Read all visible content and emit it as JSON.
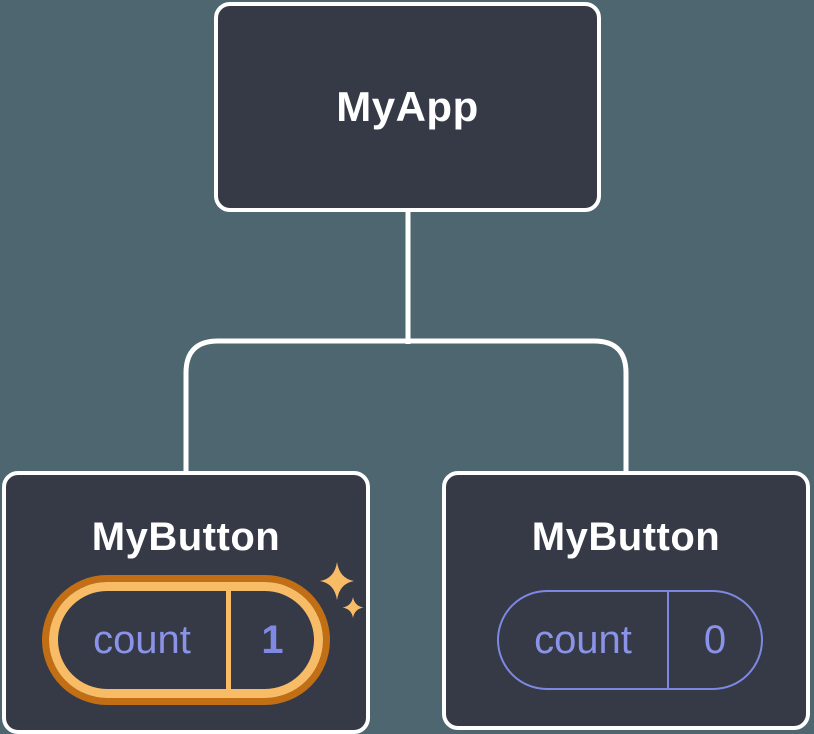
{
  "colors": {
    "background": "#4d6670",
    "node_fill": "#353a46",
    "node_border": "#ffffff",
    "connector": "#ffffff",
    "highlight_ring_outer": "#c26e15",
    "highlight_ring_inner": "#f9bc66",
    "state_text_purple": "#8a93e8",
    "state_value_purple": "#7f88e2",
    "plain_pill_outline": "#7e88e3",
    "sparkle_gold": "#f9bc66"
  },
  "tree": {
    "root": {
      "label": "MyApp"
    },
    "children": [
      {
        "label": "MyButton",
        "highlighted": true,
        "state": {
          "key": "count",
          "value": "1"
        }
      },
      {
        "label": "MyButton",
        "highlighted": false,
        "state": {
          "key": "count",
          "value": "0"
        }
      }
    ]
  },
  "icons": {
    "sparkle": "four-point-star ✦ (one large, one small, gold)"
  }
}
